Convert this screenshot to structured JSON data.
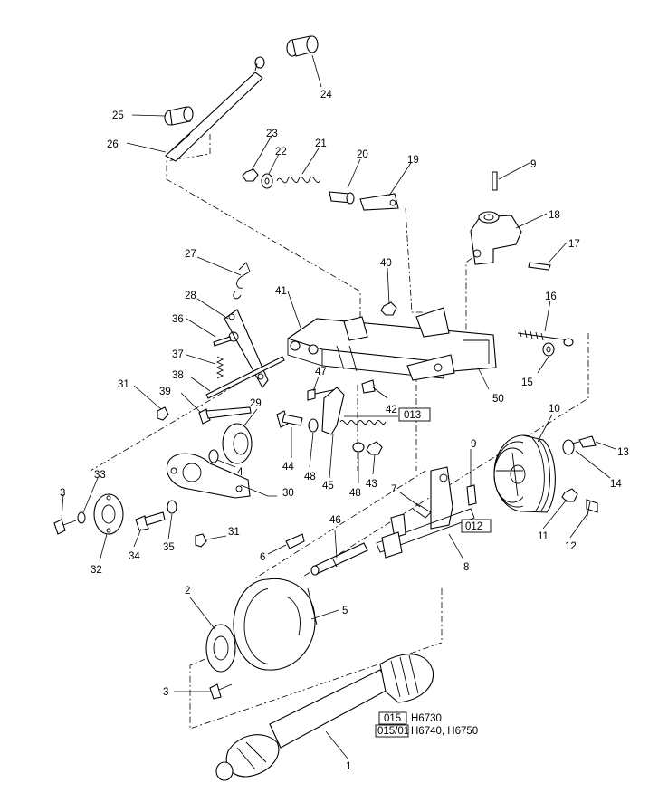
{
  "callouts": [
    {
      "id": "c24",
      "text": "24"
    },
    {
      "id": "c25",
      "text": "25"
    },
    {
      "id": "c26",
      "text": "26"
    },
    {
      "id": "c23",
      "text": "23"
    },
    {
      "id": "c22",
      "text": "22"
    },
    {
      "id": "c21",
      "text": "21"
    },
    {
      "id": "c20",
      "text": "20"
    },
    {
      "id": "c19",
      "text": "19"
    },
    {
      "id": "c9a",
      "text": "9"
    },
    {
      "id": "c18",
      "text": "18"
    },
    {
      "id": "c17",
      "text": "17"
    },
    {
      "id": "c27",
      "text": "27"
    },
    {
      "id": "c40",
      "text": "40"
    },
    {
      "id": "c28",
      "text": "28"
    },
    {
      "id": "c41",
      "text": "41"
    },
    {
      "id": "c16",
      "text": "16"
    },
    {
      "id": "c36",
      "text": "36"
    },
    {
      "id": "c37",
      "text": "37"
    },
    {
      "id": "c15",
      "text": "15"
    },
    {
      "id": "c38",
      "text": "38"
    },
    {
      "id": "c47",
      "text": "47"
    },
    {
      "id": "c31a",
      "text": "31"
    },
    {
      "id": "c39",
      "text": "39"
    },
    {
      "id": "c29",
      "text": "29"
    },
    {
      "id": "c42",
      "text": "42"
    },
    {
      "id": "c50",
      "text": "50"
    },
    {
      "id": "c10",
      "text": "10"
    },
    {
      "id": "c13",
      "text": "13"
    },
    {
      "id": "c44",
      "text": "44"
    },
    {
      "id": "c48a",
      "text": "48"
    },
    {
      "id": "c45",
      "text": "45"
    },
    {
      "id": "c48b",
      "text": "48"
    },
    {
      "id": "c43",
      "text": "43"
    },
    {
      "id": "c14",
      "text": "14"
    },
    {
      "id": "c4",
      "text": "4"
    },
    {
      "id": "c33",
      "text": "33"
    },
    {
      "id": "c3a",
      "text": "3"
    },
    {
      "id": "c30",
      "text": "30"
    },
    {
      "id": "c9b",
      "text": "9"
    },
    {
      "id": "c7",
      "text": "7"
    },
    {
      "id": "c34",
      "text": "34"
    },
    {
      "id": "c35",
      "text": "35"
    },
    {
      "id": "c31b",
      "text": "31"
    },
    {
      "id": "c32",
      "text": "32"
    },
    {
      "id": "c46",
      "text": "46"
    },
    {
      "id": "c11",
      "text": "11"
    },
    {
      "id": "c12",
      "text": "12"
    },
    {
      "id": "c6",
      "text": "6"
    },
    {
      "id": "c8",
      "text": "8"
    },
    {
      "id": "c2",
      "text": "2"
    },
    {
      "id": "c5",
      "text": "5"
    },
    {
      "id": "c3b",
      "text": "3"
    },
    {
      "id": "c1",
      "text": "1"
    }
  ],
  "boxed_refs": {
    "ref_013": "013",
    "ref_012": "012",
    "ref_015": "015",
    "ref_01501": "015/01"
  },
  "legend": {
    "model_015": "H6730",
    "model_01501": "H6740, H6750"
  }
}
